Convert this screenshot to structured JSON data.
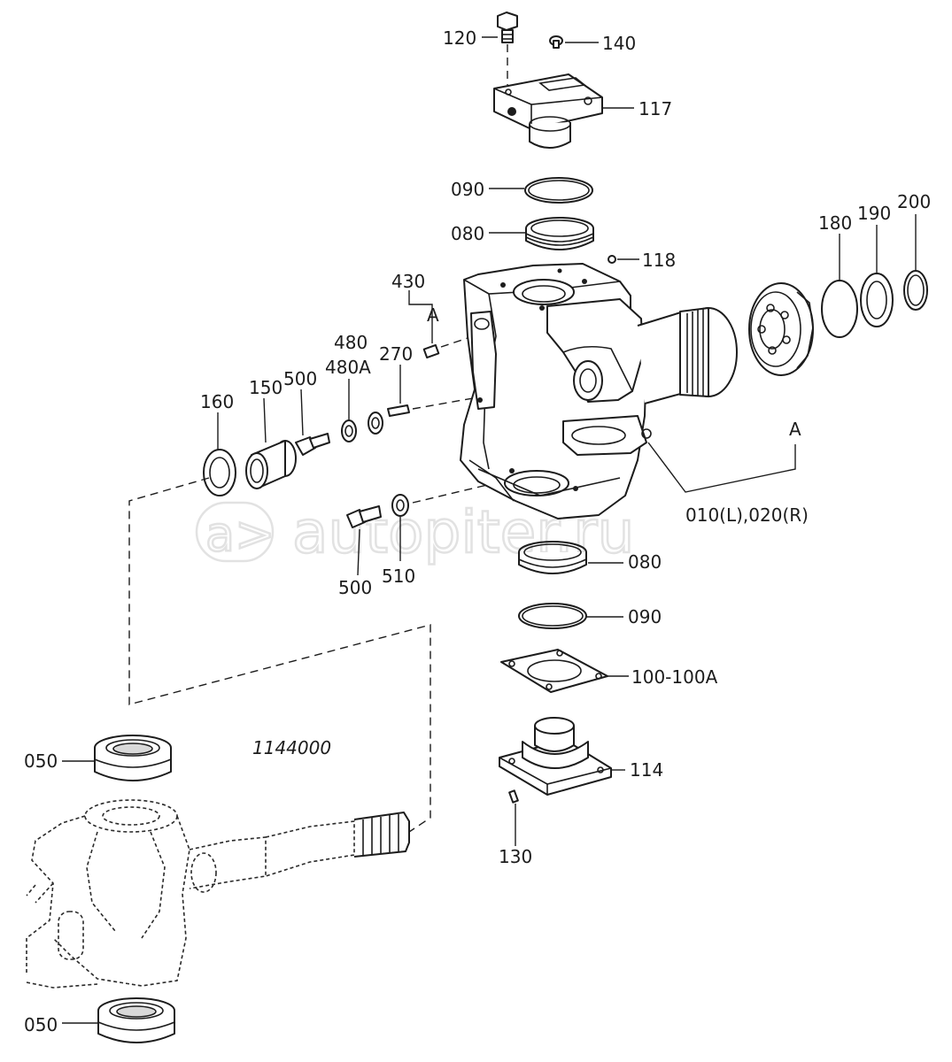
{
  "diagram_code": "1144000",
  "watermark": "autopiter.ru",
  "labels": {
    "p120": "120",
    "p140": "140",
    "p117": "117",
    "p090_top": "090",
    "p080_top": "080",
    "p118": "118",
    "p180": "180",
    "p190": "190",
    "p200": "200",
    "p430": "430",
    "ref_a_left": "A",
    "p480": "480",
    "p480a": "480A",
    "p270": "270",
    "p160": "160",
    "p150": "150",
    "p500_top": "500",
    "ref_a_right": "A",
    "p010_020": "010(L),020(R)",
    "p500_bottom": "500",
    "p510": "510",
    "p080_bottom": "080",
    "p090_bottom": "090",
    "p100": "100-100A",
    "p050_top": "050",
    "p114": "114",
    "p130": "130",
    "p050_bottom": "050"
  },
  "colors": {
    "line": "#1c1c1c",
    "watermark": "#e2e2e2",
    "background": "#ffffff"
  }
}
